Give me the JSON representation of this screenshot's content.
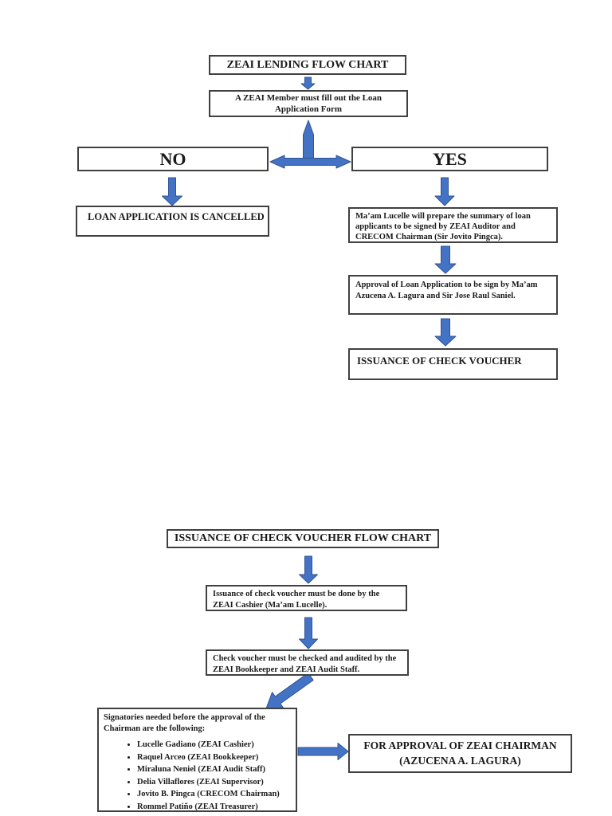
{
  "colors": {
    "arrow_fill": "#4472C4",
    "arrow_stroke": "#2F5496",
    "box_border": "#404040"
  },
  "chart1": {
    "title": "ZEAI LENDING FLOW CHART",
    "member_line1": "A ZEAI Member must fill out the Loan",
    "member_line2": "Application Form",
    "no_label": "NO",
    "yes_label": "YES",
    "cancelled": "LOAN APPLICATION IS CANCELLED",
    "summary": "Ma’am Lucelle will prepare the summary of loan applicants to be signed by ZEAI Auditor and CRECOM Chairman (Sir Jovito Pingca).",
    "approval": "Approval of Loan Application to be sign by Ma’am Azucena A. Lagura and Sir Jose Raul Saniel.",
    "voucher": "ISSUANCE OF CHECK VOUCHER"
  },
  "chart2": {
    "title": "ISSUANCE OF CHECK VOUCHER FLOW CHART",
    "cashier": "Issuance of check voucher must be done by the ZEAI Cashier (Ma’am Lucelle).",
    "audit": "Check voucher must be checked and audited by the ZEAI Bookkeeper and ZEAI Audit Staff.",
    "signatories_heading": "Signatories needed before the approval of the Chairman are the following:",
    "signatories": [
      "Lucelle Gadiano (ZEAI Cashier)",
      "Raquel Arceo (ZEAI Bookkeeper)",
      "Miraluna Neniel (ZEAI Audit Staff)",
      "Delia Villaflores (ZEAI Supervisor)",
      "Jovito B. Pingca (CRECOM Chairman)",
      "Rommel Patiño (ZEAI Treasurer)"
    ],
    "chairman_line1": "FOR APPROVAL OF ZEAI CHAIRMAN",
    "chairman_line2": "(AZUCENA A. LAGURA)"
  }
}
